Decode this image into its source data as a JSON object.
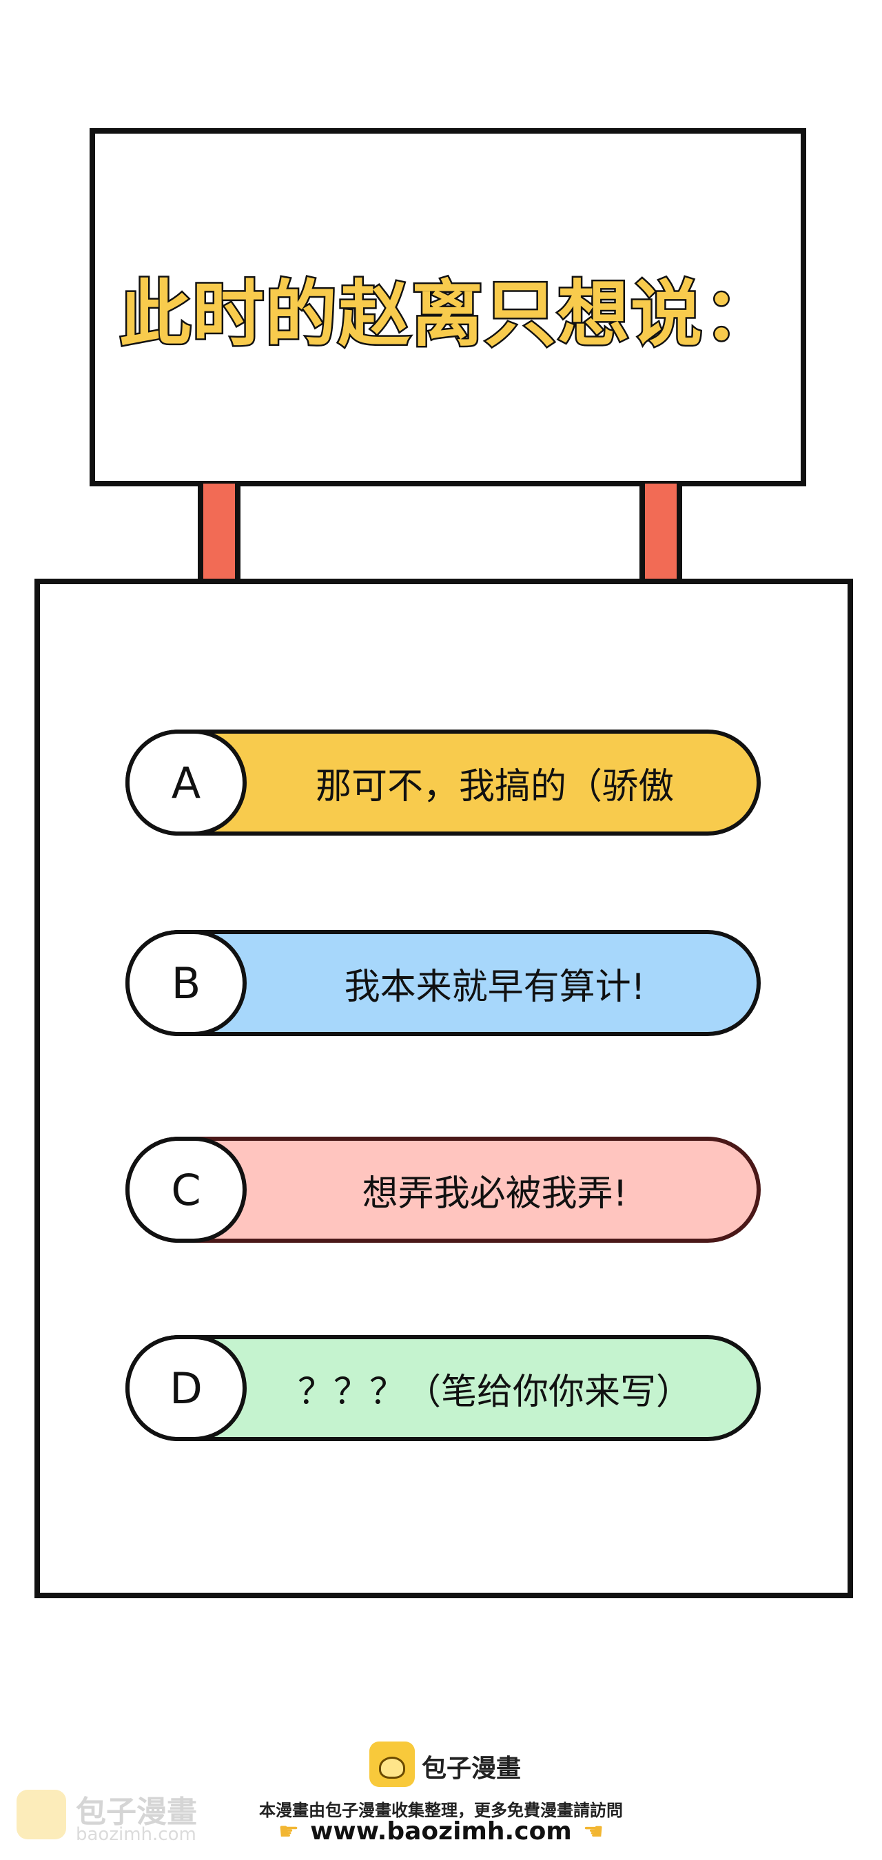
{
  "sign": {
    "title": "此时的赵离只想说："
  },
  "options": [
    {
      "letter": "A",
      "text": "那可不，我搞的（骄傲",
      "color": "#f8cb4d"
    },
    {
      "letter": "B",
      "text": "我本来就早有算计!",
      "color": "#a7d7fb"
    },
    {
      "letter": "C",
      "text": "想弄我必被我弄!",
      "color": "#ffc5bf"
    },
    {
      "letter": "D",
      "text": "？？？（笔给你你来写）",
      "color": "#c5f3cf"
    }
  ],
  "footer": {
    "logo_text": "包子漫畫",
    "notice": "本漫畫由包子漫畫收集整理，更多免費漫畫請訪問",
    "url": "www.baozimh.com",
    "hand_left_icon": "pointing-right-hand-icon",
    "hand_right_icon": "pointing-left-hand-icon"
  },
  "corner_watermark": {
    "name": "包子漫畫",
    "url": "baozimh.com"
  },
  "colors": {
    "pole": "#f26b55",
    "title_fill": "#f8cb4d",
    "outline": "#111111",
    "logo": "#f8c93b"
  }
}
